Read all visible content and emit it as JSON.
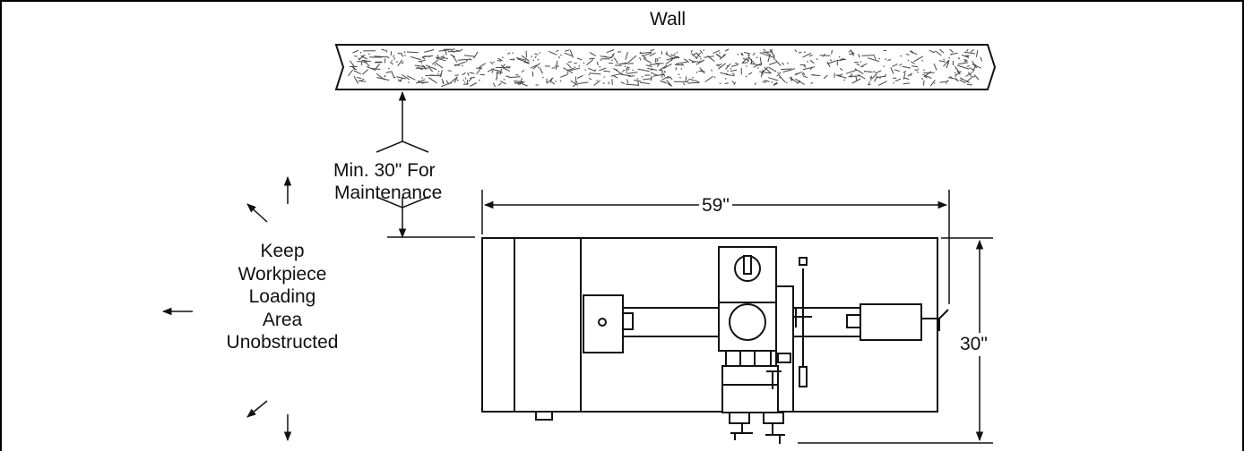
{
  "diagram": {
    "wall_label": "Wall",
    "maintenance_line1": "Min. 30\" For",
    "maintenance_line2": "Maintenance",
    "keep_lines": [
      "Keep",
      "Workpiece",
      "Loading",
      "Area",
      "Unobstructed"
    ],
    "width_dimension": "59\"",
    "depth_dimension": "30\""
  }
}
